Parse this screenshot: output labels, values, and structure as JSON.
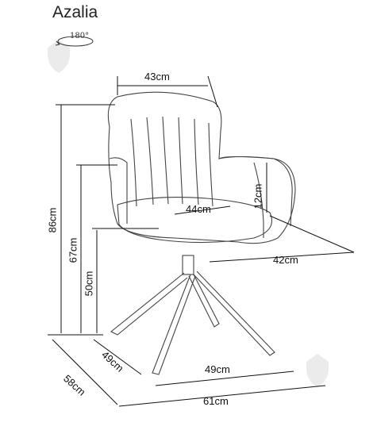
{
  "title": "Azalia",
  "rotation_label": "180°",
  "dimensions": {
    "seat_back_width": "43cm",
    "seat_depth": "44cm",
    "armrest_height": "12cm",
    "seat_width": "42cm",
    "total_height": "86cm",
    "armrest_floor_height": "67cm",
    "seat_height": "50cm",
    "base_depth": "49cm",
    "base_width": "49cm",
    "total_depth": "58cm",
    "total_width": "61cm"
  },
  "icons": [
    "rotation-arrow-icon",
    "watermark-logo-icon"
  ]
}
